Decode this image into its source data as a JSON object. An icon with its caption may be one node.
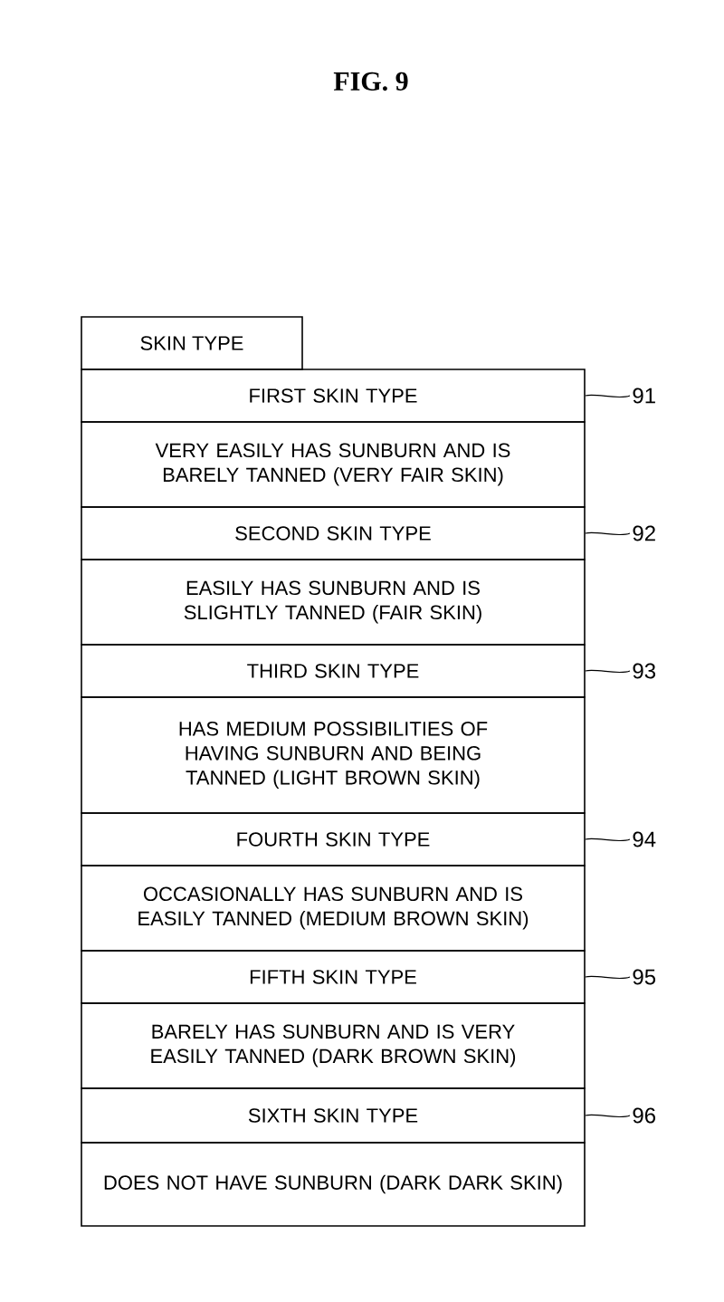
{
  "diagram": {
    "title": "FIG. 9",
    "nodes": [
      {
        "text": [
          "SKIN TYPE"
        ]
      },
      {
        "text": [
          "FIRST SKIN TYPE"
        ]
      },
      {
        "text": [
          "VERY EASILY HAS SUNBURN AND IS BARELY TANNED (VERY FAIR SKIN)"
        ]
      },
      {
        "text": [
          "SECOND SKIN TYPE"
        ]
      },
      {
        "text": [
          "EASILY HAS SUNBURN AND IS SLIGHTLY TANNED (FAIR SKIN)"
        ]
      },
      {
        "text": [
          "THIRD SKIN TYPE"
        ]
      },
      {
        "text": [
          "HAS MEDIUM POSSIBILITIES OF HAVING SUNBURN AND BEING TANNED (LIGHT BROWN SKIN)"
        ]
      },
      {
        "text": [
          "FOURTH SKIN TYPE"
        ]
      },
      {
        "text": [
          "OCCASIONALLY HAS SUNBURN AND IS EASILY TANNED (MEDIUM BROWN SKIN)"
        ]
      },
      {
        "text": [
          "FIFTH SKIN TYPE"
        ]
      },
      {
        "text": [
          "BARELY HAS SUNBURN AND IS VERY EASILY TANNED (DARK BROWN SKIN)"
        ]
      },
      {
        "text": [
          "SIXTH SKIN TYPE"
        ]
      },
      {
        "text": [
          "DOES NOT HAVE SUNBURN (DARK DARK SKIN)"
        ]
      },
      {
        "text": [
          "91"
        ]
      },
      {
        "text": [
          "92"
        ]
      },
      {
        "text": [
          "93"
        ]
      },
      {
        "text": [
          "94"
        ]
      },
      {
        "text": [
          "95"
        ]
      },
      {
        "text": [
          "96"
        ]
      }
    ],
    "edges": [
      {
        "from": 13,
        "to": 1,
        "arrow": "none"
      },
      {
        "from": 14,
        "to": 3,
        "arrow": "none"
      },
      {
        "from": 15,
        "to": 5,
        "arrow": "none"
      },
      {
        "from": 16,
        "to": 7,
        "arrow": "none"
      },
      {
        "from": 17,
        "to": 9,
        "arrow": "none"
      },
      {
        "from": 18,
        "to": 11,
        "arrow": "none"
      }
    ]
  }
}
